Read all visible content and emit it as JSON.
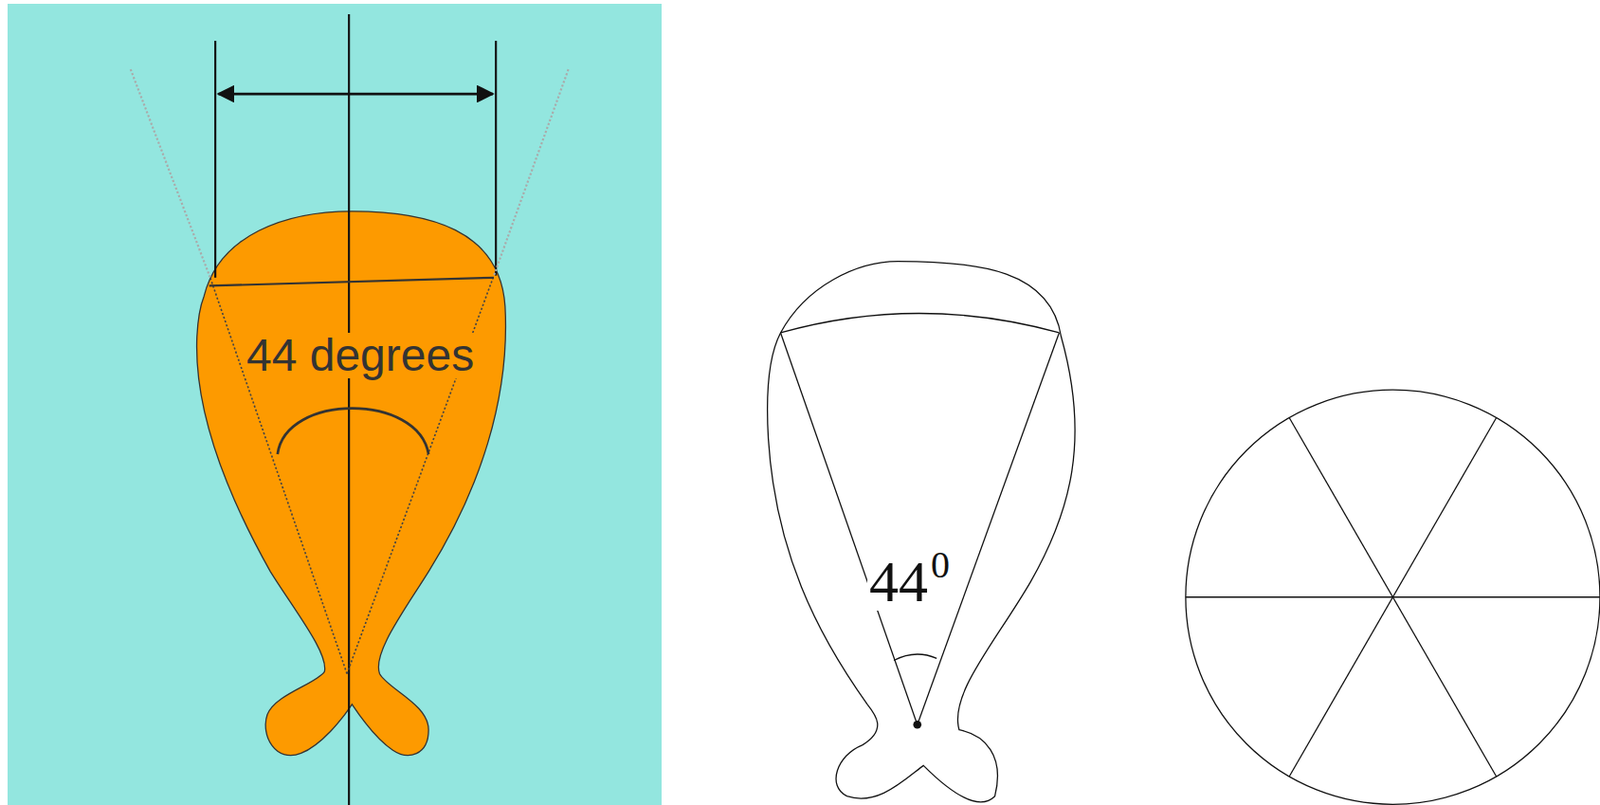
{
  "diagram": {
    "labels": [
      "44 degrees",
      "44",
      "0"
    ]
  }
}
